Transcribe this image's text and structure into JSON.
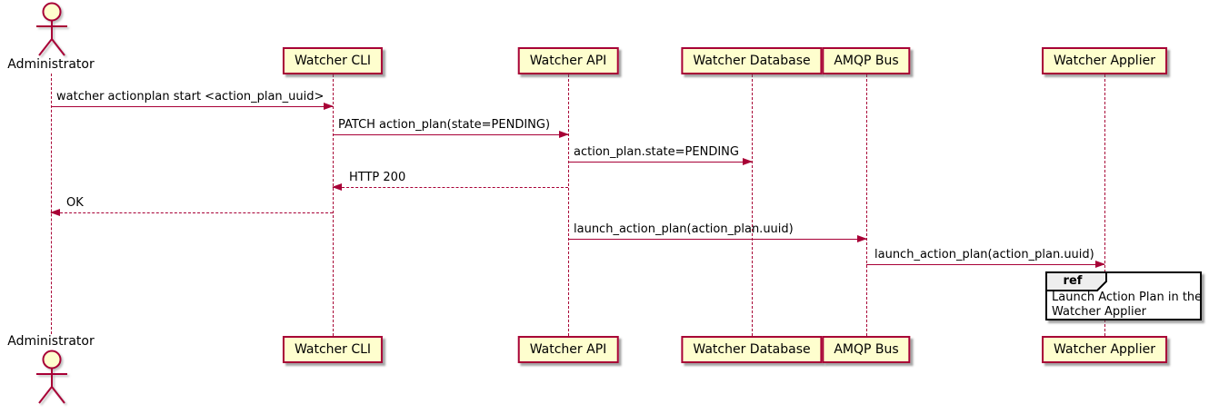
{
  "diagram_type": "uml-sequence-diagram",
  "actors": {
    "administrator": "Administrator"
  },
  "participants": {
    "watcher_cli": "Watcher CLI",
    "watcher_api": "Watcher API",
    "watcher_database": "Watcher Database",
    "amqp_bus": "AMQP Bus",
    "watcher_applier": "Watcher Applier"
  },
  "messages": [
    {
      "label": "watcher actionplan start <action_plan_uuid>",
      "from": "Administrator",
      "to": "Watcher CLI",
      "line": "solid"
    },
    {
      "label": "PATCH action_plan(state=PENDING)",
      "from": "Watcher CLI",
      "to": "Watcher API",
      "line": "solid"
    },
    {
      "label": "action_plan.state=PENDING",
      "from": "Watcher API",
      "to": "Watcher Database",
      "line": "solid"
    },
    {
      "label": "HTTP 200",
      "from": "Watcher API",
      "to": "Watcher CLI",
      "line": "dashed"
    },
    {
      "label": "OK",
      "from": "Watcher CLI",
      "to": "Administrator",
      "line": "dashed"
    },
    {
      "label": "launch_action_plan(action_plan.uuid)",
      "from": "Watcher API",
      "to": "AMQP Bus",
      "line": "solid"
    },
    {
      "label": "launch_action_plan(action_plan.uuid)",
      "from": "AMQP Bus",
      "to": "Watcher Applier",
      "line": "solid"
    }
  ],
  "ref_fragment": {
    "keyword": "ref",
    "line1": "Launch Action Plan in the",
    "line2": "Watcher Applier"
  },
  "colors": {
    "participant_fill": "#FEFECE",
    "stroke": "#A80036",
    "text": "#000000",
    "ref_border": "#000000",
    "ref_header_fill": "#EEEEEE",
    "background": "#FFFFFF"
  }
}
